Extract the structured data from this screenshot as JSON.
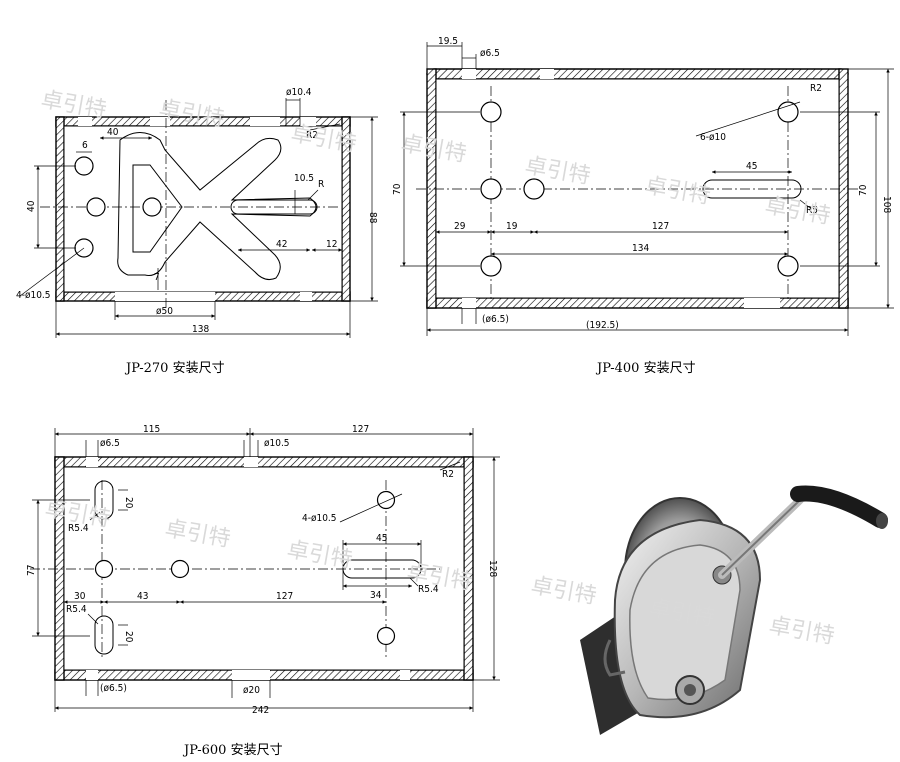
{
  "watermark": "卓引特",
  "drawings": {
    "jp270": {
      "caption": "JP-270  安装尺寸",
      "dims": {
        "phi104": "ø10.4",
        "r2": "R2",
        "d40top": "40",
        "d6": "6",
        "d40left": "40",
        "d105": "10.5",
        "r": "R",
        "d88": "88",
        "d42": "42",
        "d12": "12",
        "d7": "7",
        "holes": "4-ø10.5",
        "phi50": "ø50",
        "d138": "138"
      }
    },
    "jp400": {
      "caption": "JP-400  安装尺寸",
      "dims": {
        "d195": "19.5",
        "phi65": "ø6.5",
        "r2": "R2",
        "holes": "6-ø10",
        "d45": "45",
        "d70left": "70",
        "d70right": "70",
        "d108": "108",
        "r5": "R5",
        "d29": "29",
        "d19": "19",
        "d127": "127",
        "d134": "134",
        "phi65b": "(ø6.5)",
        "d1925": "(192.5)"
      }
    },
    "jp600": {
      "caption": "JP-600  安装尺寸",
      "dims": {
        "d115": "115",
        "d127top": "127",
        "phi65": "ø6.5",
        "phi105": "ø10.5",
        "r2": "R2",
        "d20a": "20",
        "r54a": "R5.4",
        "holes": "4-ø10.5",
        "d45": "45",
        "d77": "77",
        "d128": "128",
        "d34": "34",
        "r54b": "R5.4",
        "d30": "30",
        "d43": "43",
        "d127": "127",
        "r54c": "R5.4",
        "d20b": "20",
        "phi65b": "(ø6.5)",
        "phi20": "ø20",
        "d242": "242"
      }
    }
  }
}
